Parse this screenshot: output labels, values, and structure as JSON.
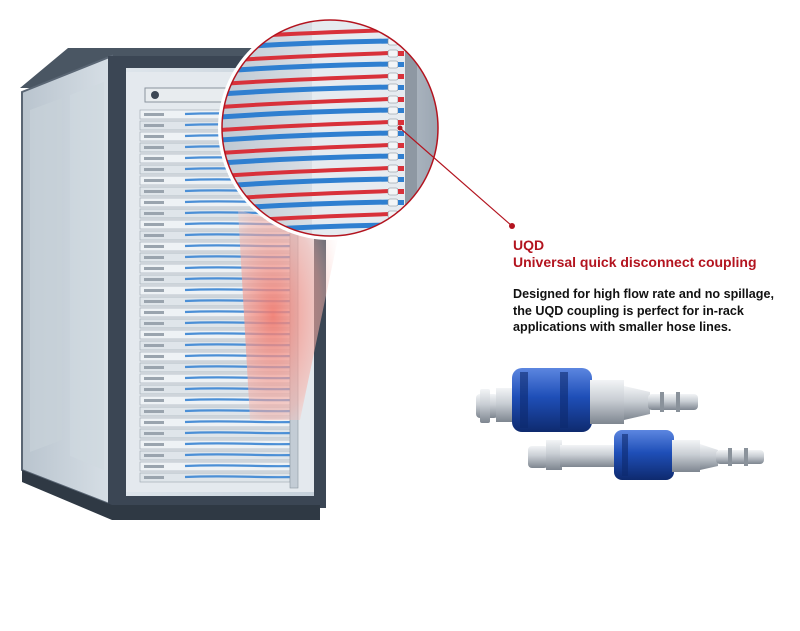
{
  "callout": {
    "title": "UQD",
    "subtitle": "Universal quick disconnect coupling",
    "body": "Designed for high flow rate and no spillage, the UQD coupling is perfect for in-rack applications with smaller hose lines."
  },
  "colors": {
    "accent_red": "#b3141f",
    "rack_frame": "#3b4654",
    "hose_blue": "#2f7fd0",
    "hose_red": "#d8313a",
    "coupling_blue": "#1f4fb8",
    "metal": "#c9ced4"
  },
  "illustration": {
    "subjects": [
      "server-rack",
      "magnifier-lens",
      "uqd-coupling-large",
      "uqd-coupling-small"
    ]
  }
}
